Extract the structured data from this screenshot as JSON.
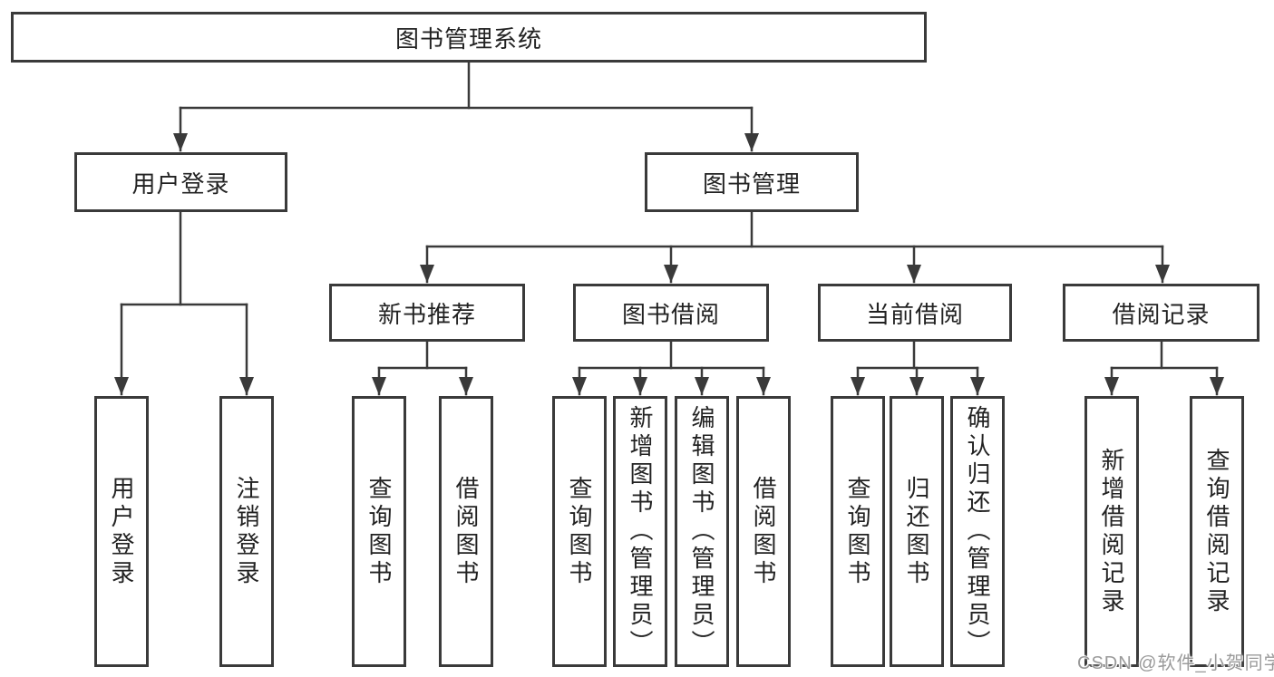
{
  "tree": {
    "root": {
      "label": "图书管理系统"
    },
    "level2": [
      {
        "label": "用户登录",
        "children": [
          {
            "label": "用户登录"
          },
          {
            "label": "注销登录"
          }
        ]
      },
      {
        "label": "图书管理",
        "children": [
          {
            "label": "新书推荐",
            "children": [
              {
                "label": "查询图书"
              },
              {
                "label": "借阅图书"
              }
            ]
          },
          {
            "label": "图书借阅",
            "children": [
              {
                "label": "查询图书"
              },
              {
                "label": "新增图书（管理员）"
              },
              {
                "label": "编辑图书（管理员）"
              },
              {
                "label": "借阅图书"
              }
            ]
          },
          {
            "label": "当前借阅",
            "children": [
              {
                "label": "查询图书"
              },
              {
                "label": "归还图书"
              },
              {
                "label": "确认归还（管理员）"
              }
            ]
          },
          {
            "label": "借阅记录",
            "children": [
              {
                "label": "新增借阅记录"
              },
              {
                "label": "查询借阅记录"
              }
            ]
          }
        ]
      }
    ]
  },
  "watermark": {
    "text": "CSDN @软件_小贺同学"
  },
  "colors": {
    "line": "#3a3a3a",
    "border": "#3a3a3a",
    "text": "#222222",
    "watermark": "#9a9a9a",
    "background": "#ffffff"
  }
}
